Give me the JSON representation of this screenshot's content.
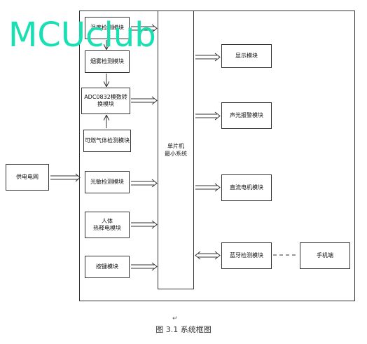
{
  "watermark": "MCUclub",
  "input": {
    "power_grid": "供电电网"
  },
  "left_modules": {
    "temperature": "温度检测模块",
    "smoke": "烟雾检测模块",
    "adc": "ADC0832模数转换模块",
    "gas": "可燃气体检测模块",
    "light": "光敏检测模块",
    "pir": "人体\n热释电模块",
    "keys": "按键模块"
  },
  "mcu": "单片机\n最小系统",
  "right_modules": {
    "display": "显示模块",
    "alarm": "声光报警模块",
    "motor": "直流电机模块",
    "bluetooth": "蓝牙检测模块",
    "phone": "手机端"
  },
  "caption": "图 3.1 系统框图",
  "return_mark": "↵"
}
